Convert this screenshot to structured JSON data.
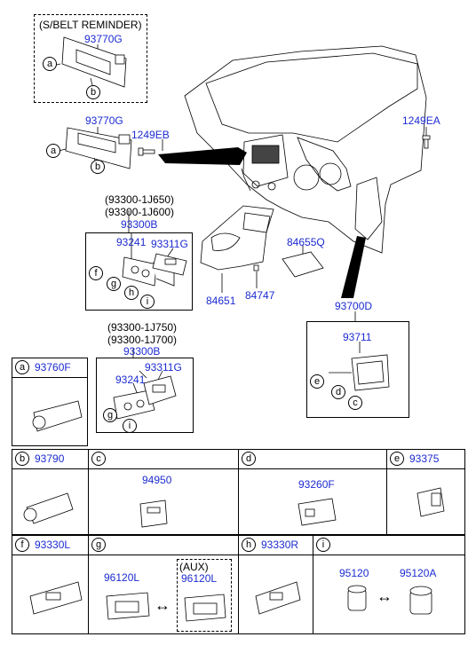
{
  "belt_reminder": {
    "heading": "(S/BELT REMINDER)",
    "part": "93770G"
  },
  "upper": {
    "switch_part": "93770G",
    "bolt_left": "1249EB",
    "bolt_right": "1249EA"
  },
  "group_b1": {
    "alt_codes": [
      "(93300-1J650)",
      "(93300-1J600)"
    ],
    "assembly": "93300B",
    "parts": [
      "93241",
      "93311G"
    ]
  },
  "console": {
    "panel": "84651",
    "clip": "84747",
    "pad": "84655Q"
  },
  "group_b2": {
    "alt_codes": [
      "(93300-1J750)",
      "(93300-1J700)"
    ],
    "assembly": "93300B",
    "parts": [
      "93241",
      "93311G"
    ]
  },
  "group_d": {
    "assembly": "93700D",
    "part": "93711"
  },
  "letters": [
    "a",
    "b",
    "c",
    "d",
    "e",
    "f",
    "g",
    "h",
    "i"
  ],
  "table": {
    "a": "93760F",
    "b": "93790",
    "c": "94950",
    "d": "93260F",
    "e": "93375",
    "f": "93330L",
    "g": "96120L",
    "g_aux_label": "(AUX)",
    "g_aux": "96120L",
    "h": "93330R",
    "i1": "95120",
    "i2": "95120A",
    "arrow": "↔"
  }
}
